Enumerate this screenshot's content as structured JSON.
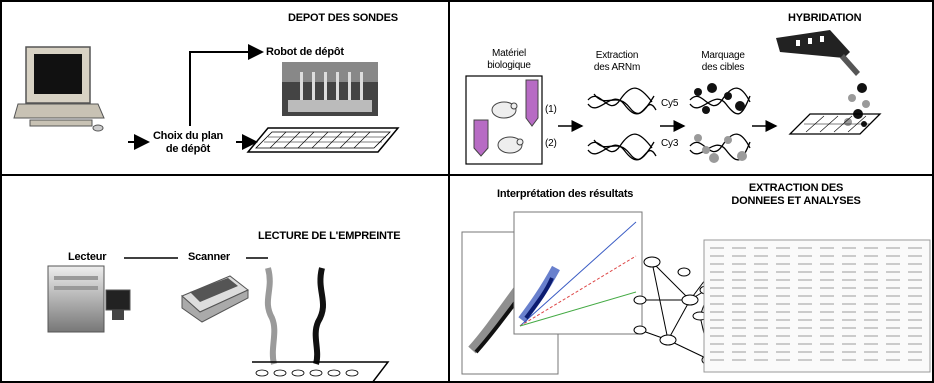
{
  "panels": {
    "depot": {
      "title": "DEPOT DES SONDES",
      "robot_label": "Robot de dépôt",
      "choix_line1": "Choix du plan",
      "choix_line2": "de dépôt"
    },
    "hybridation": {
      "title": "HYBRIDATION",
      "materiel_line1": "Matériel",
      "materiel_line2": "biologique",
      "extraction_line1": "Extraction",
      "extraction_line2": "des ARNm",
      "marquage_line1": "Marquage",
      "marquage_line2": "des cibles",
      "path1": "(1)",
      "path2": "(2)",
      "cy5": "Cy5",
      "cy3": "Cy3"
    },
    "lecture": {
      "title": "LECTURE DE L'EMPREINTE",
      "lecteur": "Lecteur",
      "scanner": "Scanner"
    },
    "analyse": {
      "interpretation": "Interprétation des résultats",
      "title_line1": "EXTRACTION DES",
      "title_line2": "DONNEES ET ANALYSES"
    }
  },
  "colors": {
    "line": "#000000",
    "cy5_dot": "#111111",
    "cy3_dot": "#9a9a9a",
    "tube": "#8a3a9a"
  }
}
